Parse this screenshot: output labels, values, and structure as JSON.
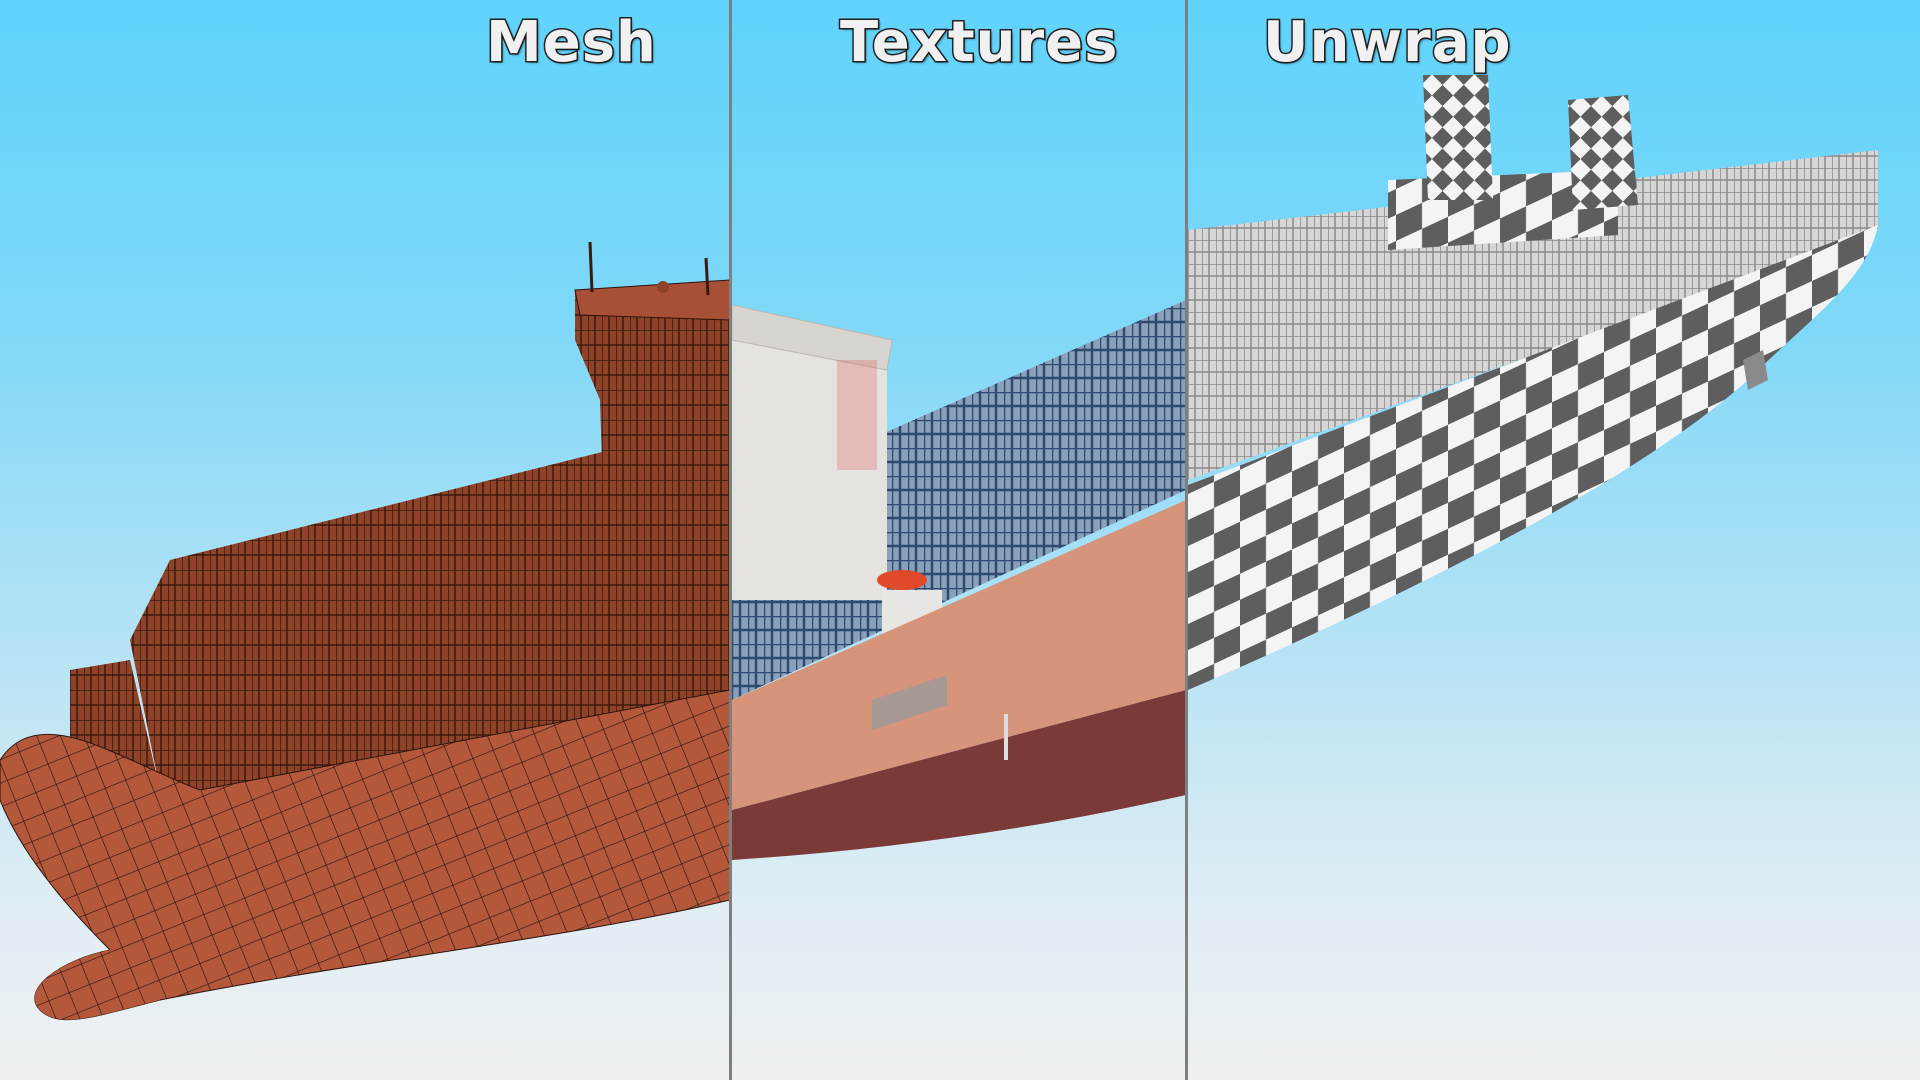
{
  "panels": [
    {
      "id": "mesh",
      "label": "Mesh",
      "color": "#b4583c",
      "line": "#2a140c"
    },
    {
      "id": "textures",
      "label": "Textures",
      "hull_top": "#d6957a",
      "hull_bottom": "#7a3a38",
      "frames": "#3a5478",
      "superstructure": "#e6e3df"
    },
    {
      "id": "unwrap",
      "label": "Unwrap",
      "checker_dark": "#5e5e5e",
      "checker_light": "#f4f4f4"
    }
  ],
  "colors": {
    "sky_top": "#5fd3fc",
    "sky_bottom": "#eef1f3",
    "divider": "#7d7f80"
  }
}
